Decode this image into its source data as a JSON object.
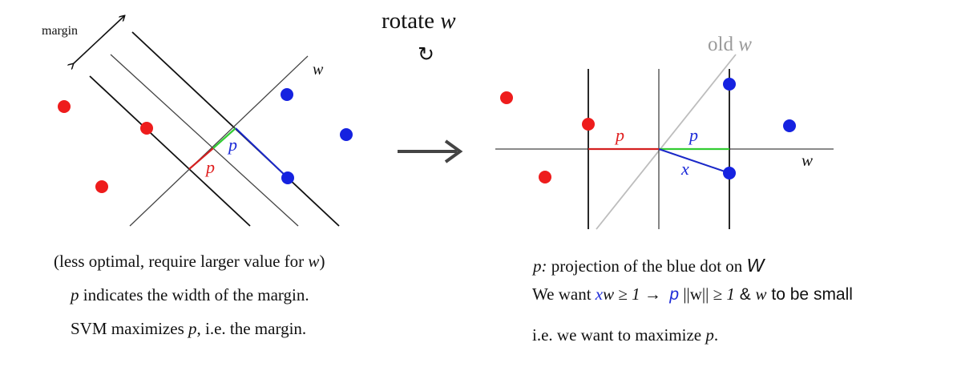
{
  "title": {
    "text": "rotate",
    "var": "w"
  },
  "rotate_symbol": "↻",
  "arrow_symbol": "→",
  "left_diagram": {
    "margin_label": "margin",
    "w_label": "w",
    "p_blue_label": "p",
    "p_red_label": "p"
  },
  "right_diagram": {
    "old_w": {
      "text": "old",
      "var": "w"
    },
    "w_label": "w",
    "p_red_label": "p",
    "p_blue_label": "p",
    "x_label": "x"
  },
  "left_caption": {
    "line1": {
      "before": "(less optimal, require larger value for ",
      "var": "w",
      "after": ")"
    },
    "line2": {
      "var": "p",
      "after": " indicates the width of the margin."
    },
    "line3": {
      "before": "SVM maximizes ",
      "var": "p",
      "after": ", i.e. the margin."
    }
  },
  "right_caption": {
    "line1": {
      "var": "p:",
      "after": " projection of the blue dot on ",
      "var2": "W"
    },
    "line2": {
      "before": "We want ",
      "x": "x",
      "w": "w",
      "ge1": " ≥ ",
      "one1": "1",
      "arrow": " → ",
      "p": "p",
      "norm": " ||w|| ≥ ",
      "one2": "1",
      "amp": " & ",
      "w2": "w",
      "after": " to be small"
    },
    "line3": {
      "before": "i.e. we want to maximize ",
      "var": "p",
      "after": "."
    }
  },
  "colors": {
    "red_dot": "#ee1c1c",
    "blue_dot": "#1522e0",
    "green": "#33cc33",
    "red_line": "#d42020",
    "blue_line": "#1a28c8",
    "gray_line": "#b5b5b5",
    "black": "#111111"
  }
}
